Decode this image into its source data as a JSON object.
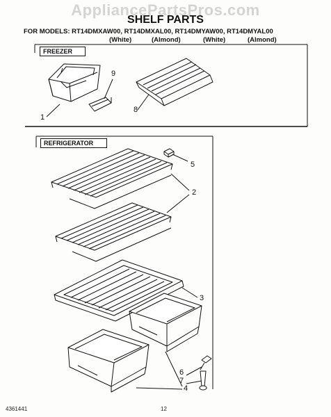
{
  "watermark": "AppliancePartsPros.com",
  "title": "SHELF PARTS",
  "models": "FOR MODELS: RT14DMXAW00, RT14DMXAL00, RT14DMYAW00, RT14DMYAL00",
  "variants": [
    "(White)",
    "(Almond)",
    "(White)",
    "(Almond)"
  ],
  "sections": {
    "freezer": "FREEZER",
    "refrigerator": "REFRIGERATOR"
  },
  "callouts": {
    "c1": "1",
    "c9": "9",
    "c8": "8",
    "c5": "5",
    "c2": "2",
    "c3": "3",
    "c6": "6",
    "c7": "7",
    "c4": "4"
  },
  "footer": {
    "doc_number": "4361441",
    "page_number": "12"
  }
}
